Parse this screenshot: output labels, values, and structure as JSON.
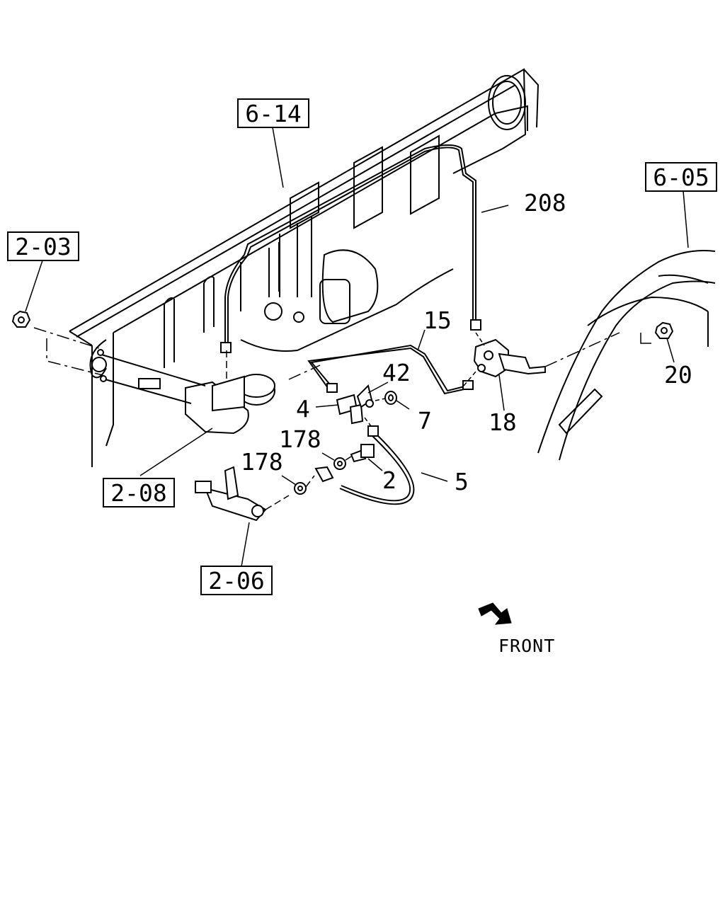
{
  "references": {
    "ref_6_14": "6-14",
    "ref_6_05": "6-05",
    "ref_2_03": "2-03",
    "ref_2_08": "2-08",
    "ref_2_06": "2-06"
  },
  "callouts": {
    "c208": "208",
    "c15": "15",
    "c42": "42",
    "c4": "4",
    "c7": "7",
    "c18": "18",
    "c20": "20",
    "c178a": "178",
    "c178b": "178",
    "c2": "2",
    "c5": "5"
  },
  "direction": {
    "front_label": "FRONT"
  }
}
